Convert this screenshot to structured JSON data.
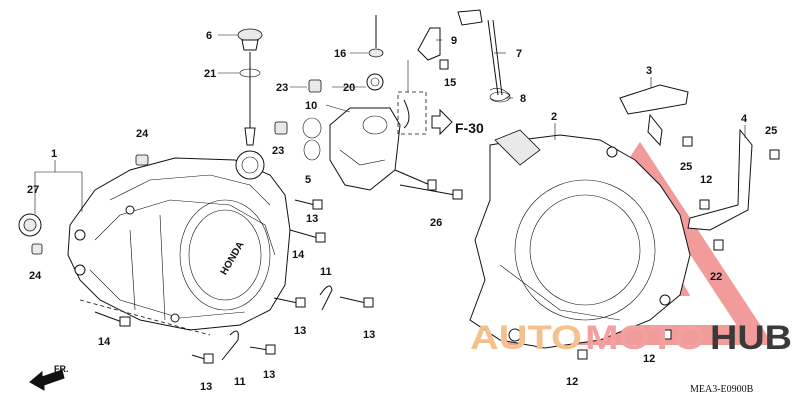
{
  "diagram": {
    "reference_code": "MEA3-E0900B",
    "section_ref": "F-30",
    "direction_label": "FR.",
    "cover_brand": "HONDA",
    "callouts": {
      "c1": "1",
      "c2": "2",
      "c3": "3",
      "c4": "4",
      "c5": "5",
      "c6": "6",
      "c7": "7",
      "c8": "8",
      "c9": "9",
      "c10": "10",
      "c11a": "11",
      "c11b": "11",
      "c12a": "12",
      "c12b": "12",
      "c12c": "12",
      "c13a": "13",
      "c13b": "13",
      "c13c": "13",
      "c13d": "13",
      "c13e": "13",
      "c14a": "14",
      "c14b": "14",
      "c15": "15",
      "c16": "16",
      "c20": "20",
      "c21": "21",
      "c22": "22",
      "c23a": "23",
      "c23b": "23",
      "c24a": "24",
      "c24b": "24",
      "c25a": "25",
      "c25b": "25",
      "c26": "26",
      "c27": "27"
    }
  },
  "watermark": {
    "part1": "AUTO",
    "part2": "MOTO",
    "part3": "HUB"
  },
  "colors": {
    "watermark_orange": "#f6c08e",
    "watermark_red": "#f2a0a0",
    "watermark_dark": "#3a3a3a",
    "line": "#111111"
  }
}
